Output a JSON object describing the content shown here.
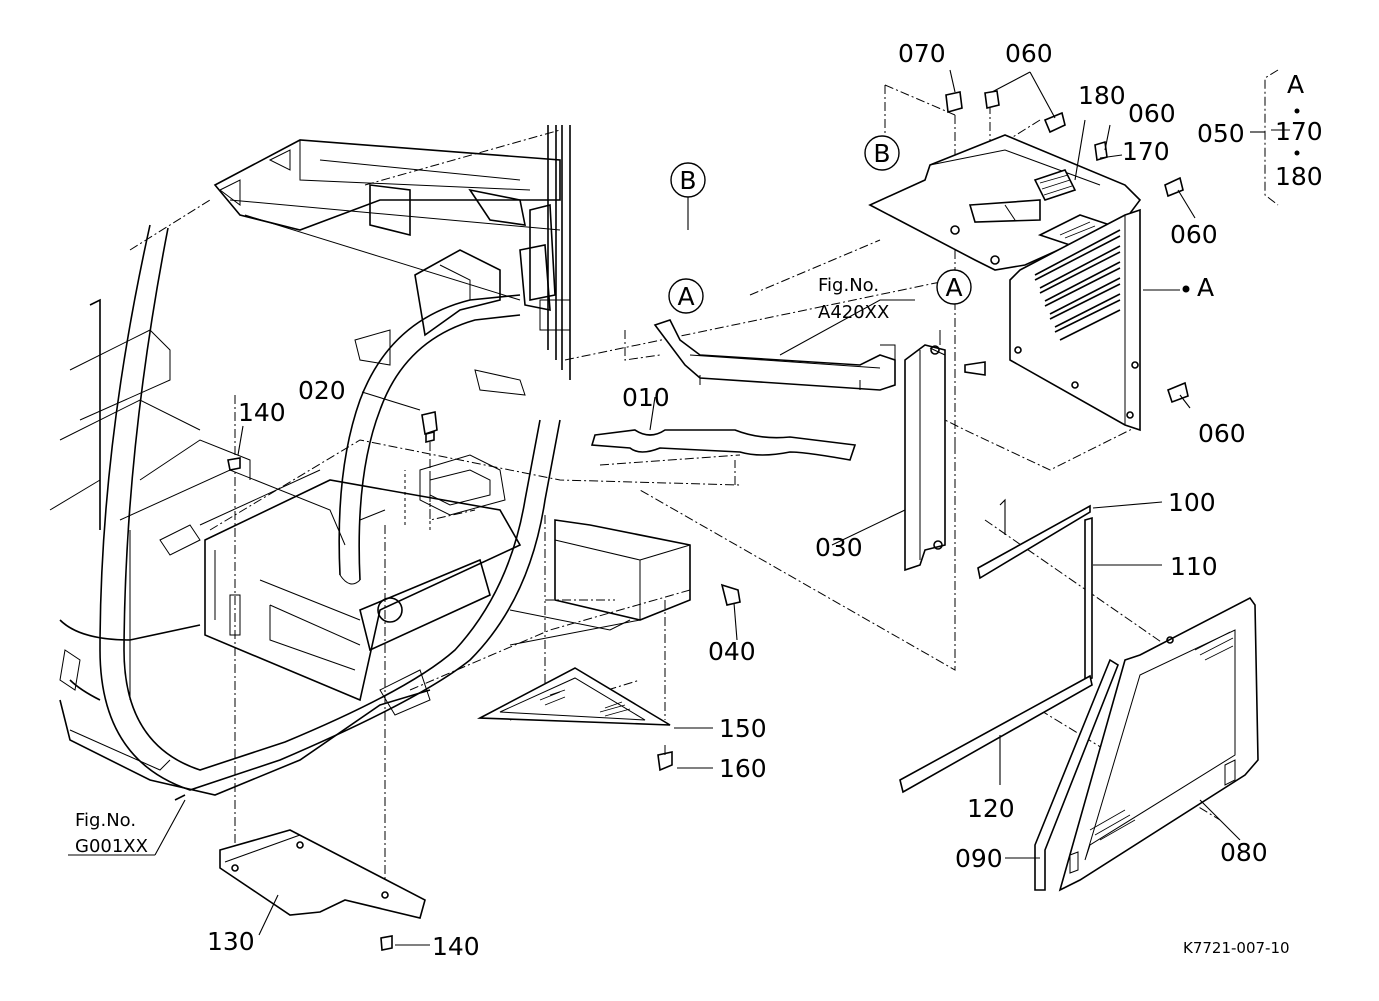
{
  "labels": {
    "p010": "010",
    "p020": "020",
    "p030": "030",
    "p040": "040",
    "p050": "050",
    "p060a": "060",
    "p060b": "060",
    "p060c": "060",
    "p060d": "060",
    "p070": "070",
    "p080": "080",
    "p090": "090",
    "p100": "100",
    "p110": "110",
    "p120": "120",
    "p130": "130",
    "p140a": "140",
    "p140b": "140",
    "p150": "150",
    "p160": "160",
    "p170": "170",
    "p180": "180",
    "a_label": "A"
  },
  "group": {
    "title": "A",
    "item1": "170",
    "item2": "180"
  },
  "refs": {
    "a1": "A",
    "a2": "A",
    "b1": "B",
    "b2": "B"
  },
  "figrefs": {
    "fig1_line1": "Fig.No.",
    "fig1_line2": "A420XX",
    "fig2_line1": "Fig.No.",
    "fig2_line2": "G001XX"
  },
  "drawing_id": "K7721-007-10"
}
